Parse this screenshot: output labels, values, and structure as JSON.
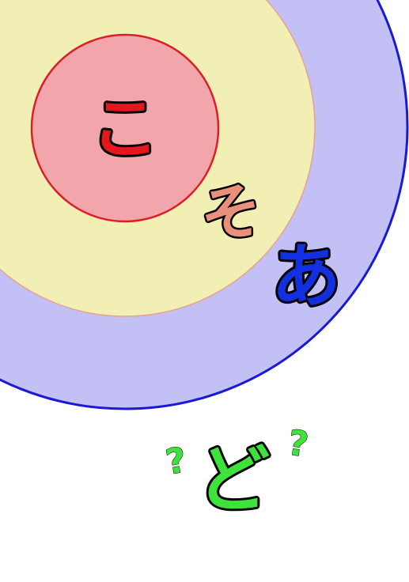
{
  "colors": {
    "background": "#ffffff",
    "outer_fill": "#c2c0f4",
    "outer_stroke": "#1a1ad6",
    "middle_fill": "#f2efb4",
    "middle_stroke": "#e9a18e",
    "inner_fill": "#f2a6ac",
    "inner_stroke": "#dc1e28",
    "ko": "#e4161e",
    "so": "#e8907c",
    "a": "#1330e0",
    "do": "#3fe23a",
    "question_marks": "#3fe23a"
  },
  "labels": {
    "ko": "こ",
    "so": "そ",
    "a": "あ",
    "do": "ど",
    "question_left": "?",
    "question_right": "?"
  }
}
